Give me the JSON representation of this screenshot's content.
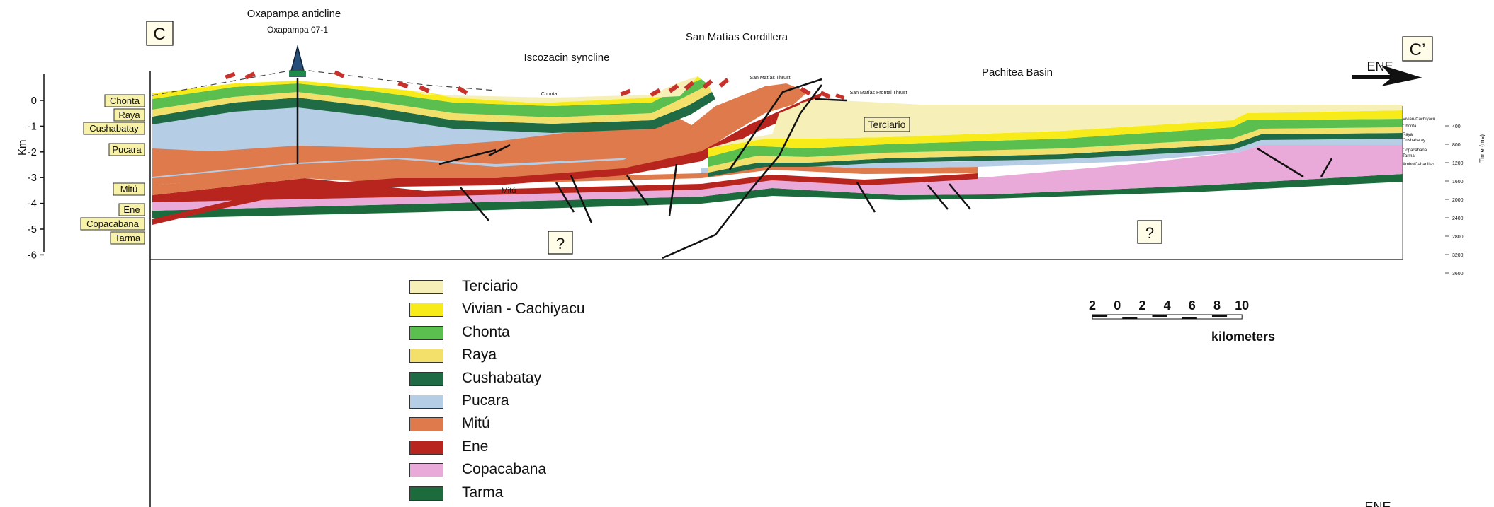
{
  "section": {
    "start_label": "C",
    "end_label": "C’",
    "direction": "ENE",
    "direction_bottom": "ENE",
    "features": {
      "anticline": "Oxapampa anticline",
      "well": "Oxapampa 07-1",
      "syncline": "Iscozacin syncline",
      "cordillera": "San Matías Cordillera",
      "basin": "Pachitea Basin",
      "thrust": "San Matías Thrust",
      "frontal_thrust": "San Matías Frontal Thrust",
      "terciario_box": "Terciario",
      "mitu_small": "Mitú",
      "chonta_small": "Chonta",
      "unknown": "?",
      "depth_unit": "Km",
      "time_unit": "Time (ms)"
    },
    "depth_ticks": [
      "0",
      "-1",
      "-2",
      "-3",
      "-4",
      "-5",
      "-6"
    ],
    "time_ticks": [
      "400",
      "800",
      "1200",
      "1600",
      "2000",
      "2400",
      "2800",
      "3200",
      "3600"
    ],
    "left_labels": [
      "Chonta",
      "Raya",
      "Cushabatay",
      "Pucara",
      "Mitú",
      "Ene",
      "Copacabana",
      "Tarma"
    ],
    "right_labels": [
      "Vivian-Cachiyacu",
      "Chonta",
      "Raya",
      "Cushabatay",
      "Copacabana",
      "Tarma",
      "Ambo/Cabanillas"
    ]
  },
  "scale": {
    "ticks": [
      "2",
      "0",
      "2",
      "4",
      "6",
      "8",
      "10"
    ],
    "unit": "kilometers"
  },
  "legend": [
    {
      "name": "Terciario",
      "color": "#f6f0b8"
    },
    {
      "name": "Vivian - Cachiyacu",
      "color": "#f7ec1a"
    },
    {
      "name": "Chonta",
      "color": "#5bbf4f"
    },
    {
      "name": "Raya",
      "color": "#f3e06a"
    },
    {
      "name": "Cushabatay",
      "color": "#1f6b46"
    },
    {
      "name": "Pucara",
      "color": "#b6cde6"
    },
    {
      "name": "Mitú",
      "color": "#de7a4c"
    },
    {
      "name": "Ene",
      "color": "#b8251f"
    },
    {
      "name": "Copacabana",
      "color": "#e9a9d9"
    },
    {
      "name": "Tarma",
      "color": "#1c6b3c"
    }
  ]
}
